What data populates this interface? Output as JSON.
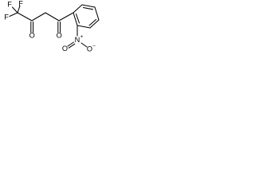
{
  "structure": {
    "atoms": {
      "f1": "F",
      "f2": "F",
      "f3": "F",
      "o_ketone1": "O",
      "o_ketone2": "O",
      "n_nitro": "N",
      "o_nitro_double": "O",
      "o_nitro_single": "O"
    },
    "charges": {
      "n_nitro": "+",
      "o_nitro_single": "−"
    }
  }
}
